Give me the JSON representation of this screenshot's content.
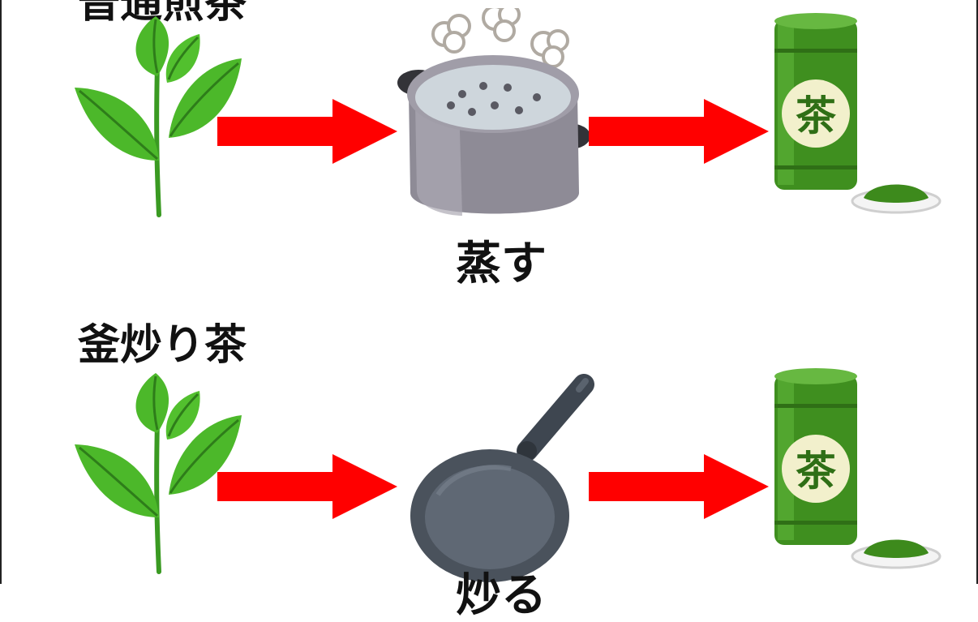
{
  "rows": [
    {
      "title": "普通煎茶",
      "process_label": "蒸す",
      "process_icon": "steaming-pot-icon"
    },
    {
      "title": "釜炒り茶",
      "process_label": "炒る",
      "process_icon": "frying-pan-icon"
    }
  ],
  "tea_can": {
    "label": "茶",
    "icon": "tea-can-icon"
  },
  "leaf_icon": "tea-leaf-icon",
  "arrow_icon": "right-arrow-icon",
  "colors": {
    "arrow": "#ff0000",
    "leaf": "#4cb82a",
    "can": "#3f8f1f",
    "pot": "#8e8b96",
    "pan": "#4a525c"
  }
}
